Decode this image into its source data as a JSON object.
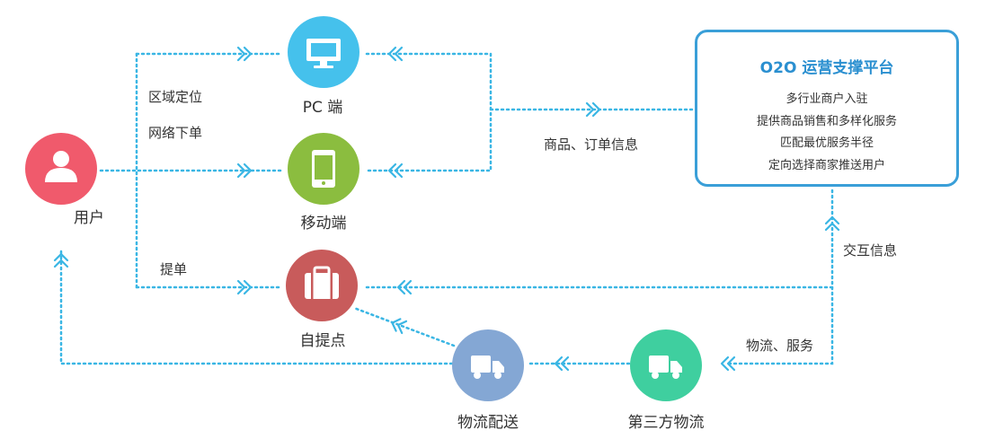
{
  "colors": {
    "connector": "#3ab6e4",
    "pc": "#45c1ec",
    "mobile": "#8bbd3f",
    "user": "#f05a6c",
    "pickup": "#c85b5b",
    "delivery": "#84a7d4",
    "thirdparty": "#3fcf9f",
    "platform_border": "#3a9fd8",
    "platform_title": "#2a8fd0"
  },
  "nodes": {
    "user": {
      "label": "用户",
      "icon": "person-icon"
    },
    "pc": {
      "label": "PC 端",
      "icon": "monitor-icon"
    },
    "mobile": {
      "label": "移动端",
      "icon": "smartphone-icon"
    },
    "pickup": {
      "label": "自提点",
      "icon": "briefcase-icon"
    },
    "delivery": {
      "label": "物流配送",
      "icon": "truck-icon"
    },
    "thirdparty": {
      "label": "第三方物流",
      "icon": "truck-icon"
    }
  },
  "edge_labels": {
    "region": "区域定位",
    "online_order": "网络下单",
    "pickup_order": "提单",
    "goods_info": "商品、订单信息",
    "interaction": "交互信息",
    "logistics_service": "物流、服务"
  },
  "platform": {
    "title": "O2O 运营支撑平台",
    "items": [
      "多行业商户入驻",
      "提供商品销售和多样化服务",
      "匹配最优服务半径",
      "定向选择商家推送用户"
    ]
  }
}
